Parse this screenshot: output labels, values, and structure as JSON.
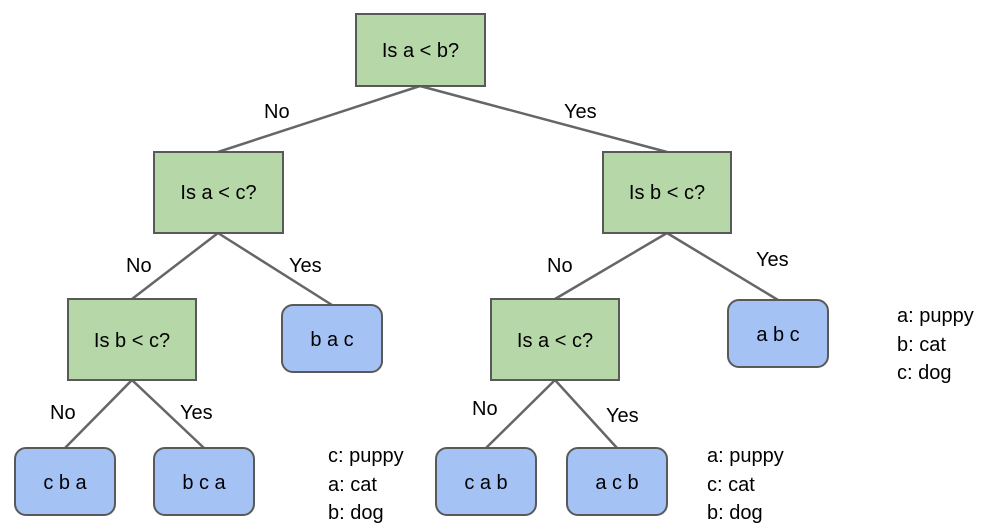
{
  "colors": {
    "decision_fill": "#b6d7a8",
    "leaf_fill": "#a4c2f4",
    "stroke": "#595959",
    "edge": "#666666"
  },
  "nodes": {
    "root": "Is a < b?",
    "left_q": "Is a < c?",
    "right_q": "Is b < c?",
    "left_left_q": "Is b < c?",
    "right_left_q": "Is a < c?",
    "leaf_bac": "b a c",
    "leaf_abc": "a b c",
    "leaf_cba": "c b a",
    "leaf_bca": "b c a",
    "leaf_cab": "c a b",
    "leaf_acb": "a c b"
  },
  "edges": {
    "root_no": "No",
    "root_yes": "Yes",
    "left_no": "No",
    "left_yes": "Yes",
    "right_no": "No",
    "right_yes": "Yes",
    "ll_no": "No",
    "ll_yes": "Yes",
    "rl_no": "No",
    "rl_yes": "Yes"
  },
  "legends": {
    "right": [
      "a: puppy",
      "b: cat",
      "c: dog"
    ],
    "middle": [
      "c: puppy",
      "a: cat",
      "b: dog"
    ],
    "bottom_right": [
      "a: puppy",
      "c: cat",
      "b: dog"
    ]
  }
}
